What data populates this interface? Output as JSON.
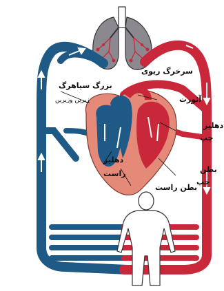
{
  "labels": {
    "pulmonary_artery": "سرخرگ ریوی",
    "vena_cava": "بزرگ سیاهرگ",
    "vena_cava_sub": "زبرین وزیرین",
    "aorta": "آئورت",
    "left_atrium_1": "دهلیز",
    "left_atrium_2": "چپ",
    "right_atrium_1": "دهلیز",
    "right_atrium_2": "راست",
    "left_ventricle_1": "بطن",
    "left_ventricle_2": "چپ",
    "right_ventricle": "بطن راست"
  },
  "colors": {
    "oxygenated": "#c8283a",
    "deoxygenated": "#1f5a86",
    "heart": "#e58a78",
    "lungs": "#8c8890",
    "body": "#ffffff"
  }
}
